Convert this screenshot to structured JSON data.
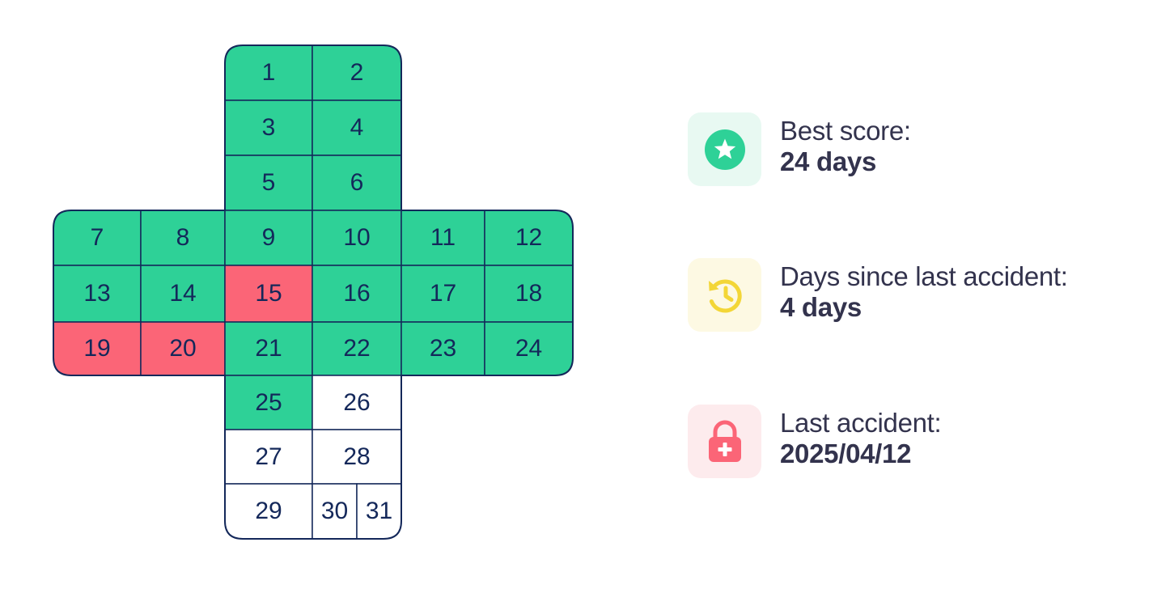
{
  "calendar": {
    "days": [
      {
        "day": "1",
        "status": "safe"
      },
      {
        "day": "2",
        "status": "safe"
      },
      {
        "day": "3",
        "status": "safe"
      },
      {
        "day": "4",
        "status": "safe"
      },
      {
        "day": "5",
        "status": "safe"
      },
      {
        "day": "6",
        "status": "safe"
      },
      {
        "day": "7",
        "status": "safe"
      },
      {
        "day": "8",
        "status": "safe"
      },
      {
        "day": "9",
        "status": "safe"
      },
      {
        "day": "10",
        "status": "safe"
      },
      {
        "day": "11",
        "status": "safe"
      },
      {
        "day": "12",
        "status": "safe"
      },
      {
        "day": "13",
        "status": "safe"
      },
      {
        "day": "14",
        "status": "safe"
      },
      {
        "day": "15",
        "status": "accident"
      },
      {
        "day": "16",
        "status": "safe"
      },
      {
        "day": "17",
        "status": "safe"
      },
      {
        "day": "18",
        "status": "safe"
      },
      {
        "day": "19",
        "status": "accident"
      },
      {
        "day": "20",
        "status": "accident"
      },
      {
        "day": "21",
        "status": "safe"
      },
      {
        "day": "22",
        "status": "safe"
      },
      {
        "day": "23",
        "status": "safe"
      },
      {
        "day": "24",
        "status": "safe"
      },
      {
        "day": "25",
        "status": "safe"
      },
      {
        "day": "26",
        "status": "future"
      },
      {
        "day": "27",
        "status": "future"
      },
      {
        "day": "28",
        "status": "future"
      },
      {
        "day": "29",
        "status": "future"
      },
      {
        "day": "30",
        "status": "future"
      },
      {
        "day": "31",
        "status": "future"
      }
    ],
    "colors": {
      "safe": "#2ed197",
      "accident": "#fb6577",
      "future": "#ffffff",
      "border": "#14285a",
      "text": "#14285a"
    }
  },
  "stats": {
    "best_score": {
      "label": "Best score:",
      "value": "24 days",
      "icon": "star-icon",
      "icon_color": "#2ed197",
      "bg_color": "#e8f9f2"
    },
    "days_since": {
      "label": "Days since last accident:",
      "value": "4 days",
      "icon": "history-clock-icon",
      "icon_color": "#f3d637",
      "bg_color": "#fdf9e3"
    },
    "last_accident": {
      "label": "Last accident:",
      "value": "2025/04/12",
      "icon": "medical-lock-icon",
      "icon_color": "#fb6577",
      "bg_color": "#fdebed"
    }
  }
}
